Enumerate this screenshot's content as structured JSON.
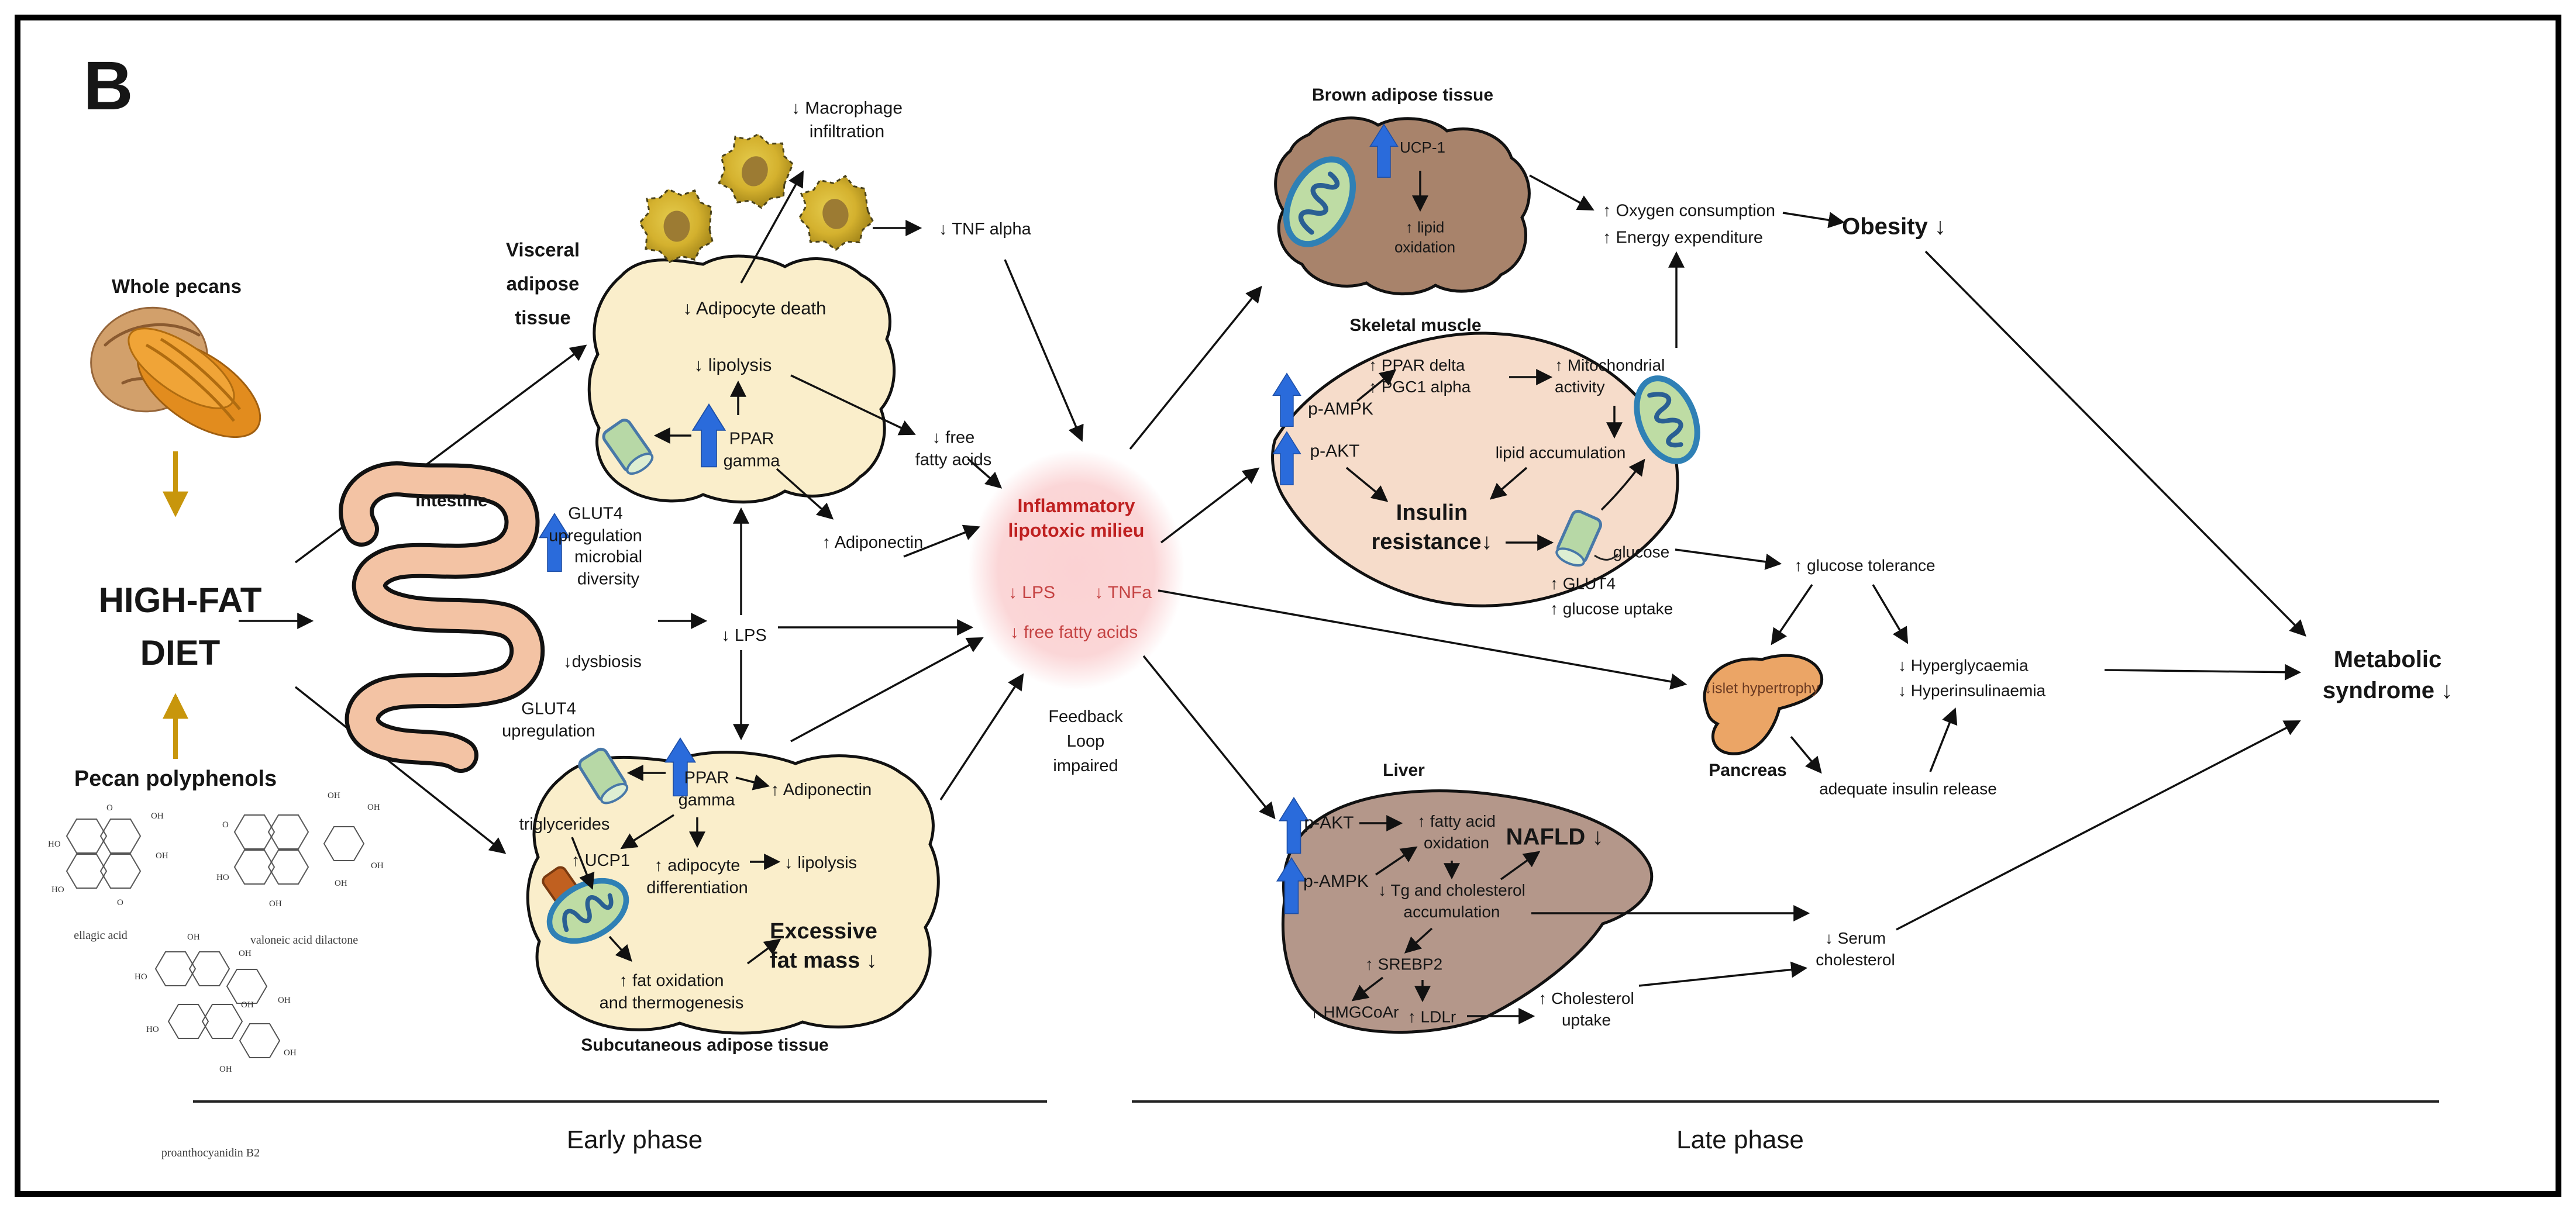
{
  "panel_label": "B",
  "colors": {
    "blue_arrow": "#2a6bdb",
    "gold_arrow": "#c8960c",
    "milieu_fill": "#fbd4d5",
    "milieu_text": "#bf2020",
    "adipose_fill": "#faeecb",
    "bat_fill": "#a8836b",
    "muscle_fill": "#f6dcca",
    "liver_fill": "#b4978a",
    "pancreas_fill": "#eba566",
    "intestine_fill": "#f3c3a4"
  },
  "left": {
    "whole_pecans": "Whole pecans",
    "high_fat_diet": "HIGH-FAT\nDIET",
    "pecan_polyphenols": "Pecan polyphenols",
    "compound_1": "ellagic acid",
    "compound_2": "valoneic acid dilactone",
    "compound_3": "proanthocyanidin B2"
  },
  "intestine": {
    "label": "Intestine",
    "microbial_diversity": "microbial\ndiversity",
    "dysbiosis": "↓dysbiosis",
    "lps": "↓ LPS"
  },
  "visceral": {
    "label": "Visceral\nadipose\ntissue",
    "macrophage_infiltration": "↓ Macrophage\ninfiltration",
    "tnf_alpha": "↓ TNF alpha",
    "adipocyte_death": "↓ Adipocyte death",
    "lipolysis": "↓ lipolysis",
    "ppar_gamma": "PPAR\ngamma",
    "glut4_upregulation": "GLUT4\nupregulation",
    "free_fatty_acids": "↓ free\nfatty acids",
    "adiponectin": "↑ Adiponectin"
  },
  "milieu": {
    "title": "Inflammatory\nlipotoxic milieu",
    "lps": "↓ LPS",
    "tnfa": "↓ TNFa",
    "free_fatty_acids": "↓ free fatty acids",
    "feedback": "Feedback\nLoop\nimpaired"
  },
  "subcutaneous": {
    "label": "Subcutaneous adipose tissue",
    "glut4_upregulation": "GLUT4\nupregulation",
    "triglycerides": "triglycerides",
    "ppar_gamma": "PPAR\ngamma",
    "ucp1": "↑ UCP1",
    "adipocyte_differentiation": "↑ adipocyte\ndifferentiation",
    "lipolysis": "↓ lipolysis",
    "adiponectin": "↑ Adiponectin",
    "fat_oxidation": "↑ fat oxidation\nand thermogenesis",
    "excessive_fat_mass": "Excessive\nfat mass ↓"
  },
  "bat": {
    "label": "Brown adipose tissue",
    "ucp1": "UCP-1",
    "lipid_oxidation": "↑ lipid\noxidation"
  },
  "muscle": {
    "label": "Skeletal muscle",
    "p_ampk": "p-AMPK",
    "p_akt": "p-AKT",
    "ppar_pgc": "↑ PPAR delta\n↑ PGC1 alpha",
    "mito_activity": "↑ Mitochondrial\nactivity",
    "lipid_accumulation": "lipid accumulation",
    "insulin_resistance": "Insulin\nresistance↓",
    "glucose": "glucose",
    "glut4_uptake": "↑ GLUT4\n↑ glucose uptake"
  },
  "pancreas": {
    "label": "Pancreas",
    "islet_hypertrophy": "↓islet hypertrophy"
  },
  "liver": {
    "label": "Liver",
    "p_akt": "p-AKT",
    "p_ampk": "p-AMPK",
    "fatty_acid_oxidation": "↑ fatty acid\noxidation",
    "nafld": "NAFLD ↓",
    "tg_cholesterol": "↓ Tg and cholesterol\naccumulation",
    "srebp2": "↑ SREBP2",
    "hmgcoar": "↑ HMGCoAr",
    "ldlr": "↑ LDLr",
    "cholesterol_uptake": "↑ Cholesterol\nuptake"
  },
  "outcomes": {
    "oxygen_energy": "↑ Oxygen consumption\n↑ Energy expenditure",
    "obesity": "Obesity ↓",
    "glucose_tolerance": "↑ glucose tolerance",
    "hyper": "↓ Hyperglycaemia\n↓ Hyperinsulinaemia",
    "adequate_insulin": "adequate insulin release",
    "serum_cholesterol": "↓ Serum\ncholesterol",
    "metabolic_syndrome": "Metabolic\nsyndrome ↓"
  },
  "phases": {
    "early": "Early phase",
    "late": "Late phase"
  }
}
